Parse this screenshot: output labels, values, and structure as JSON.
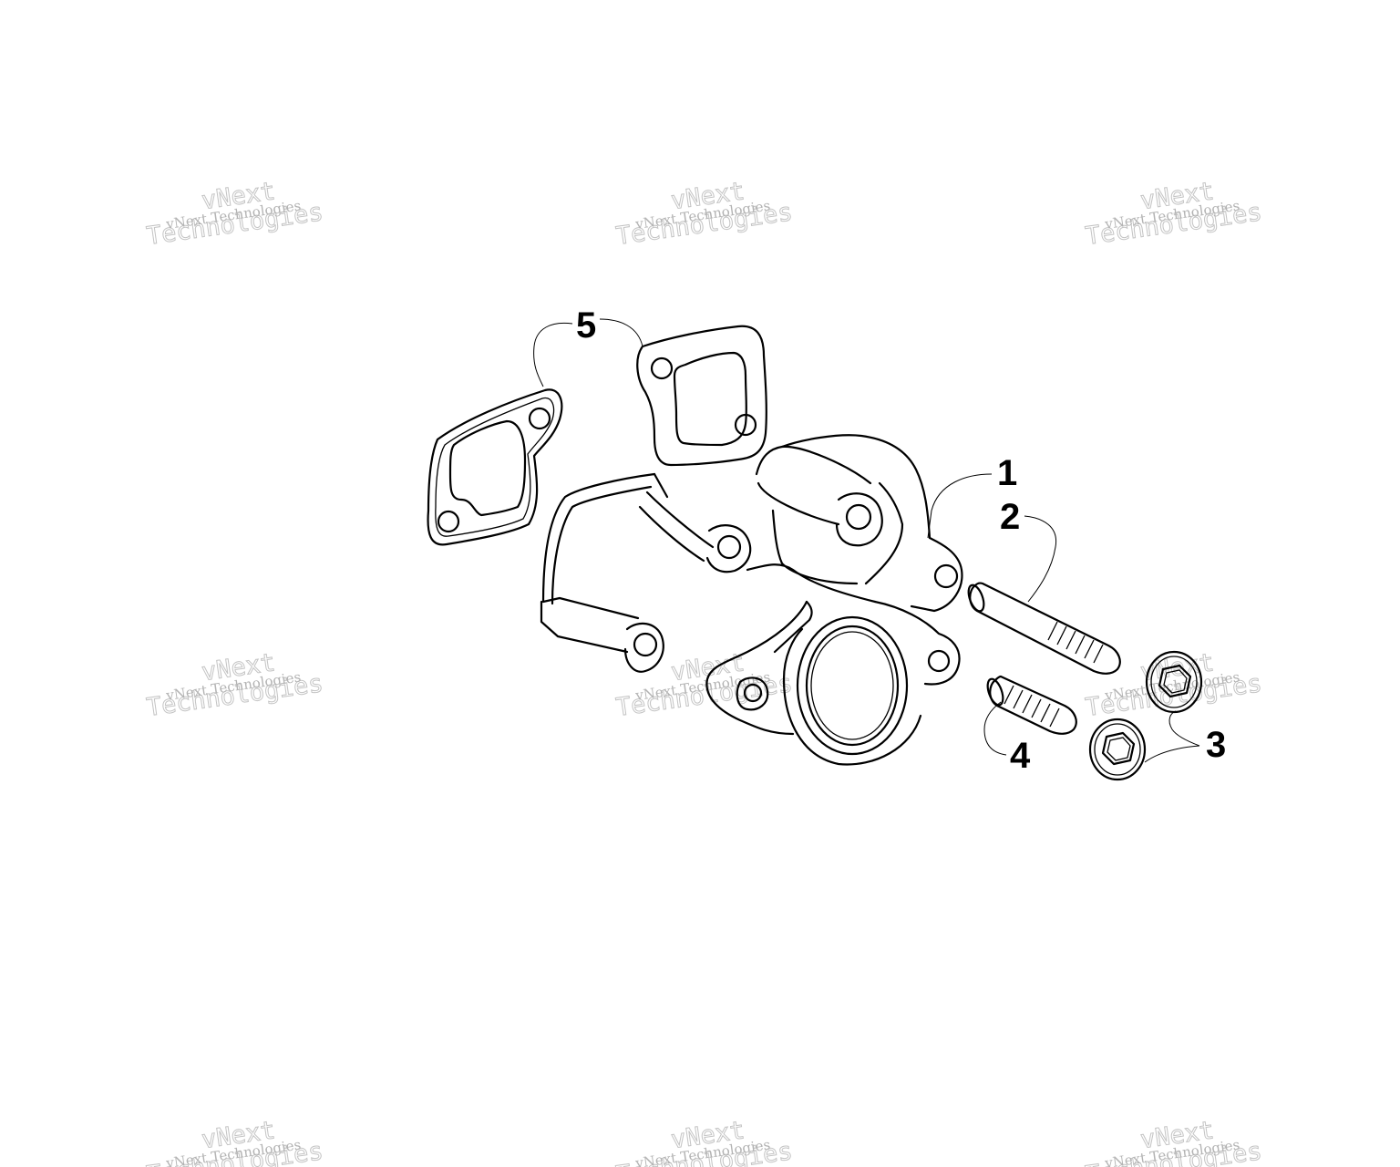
{
  "diagram": {
    "callouts": [
      {
        "id": "1",
        "text": "1"
      },
      {
        "id": "2",
        "text": "2"
      },
      {
        "id": "3",
        "text": "3"
      },
      {
        "id": "4",
        "text": "4"
      },
      {
        "id": "5",
        "text": "5"
      }
    ]
  },
  "watermark": {
    "line": "vNext Technologies",
    "word1": "vNext",
    "word2": "Technologies"
  },
  "colors": {
    "line": "#000000",
    "background": "#ffffff",
    "watermark": "#bdbdbd"
  }
}
